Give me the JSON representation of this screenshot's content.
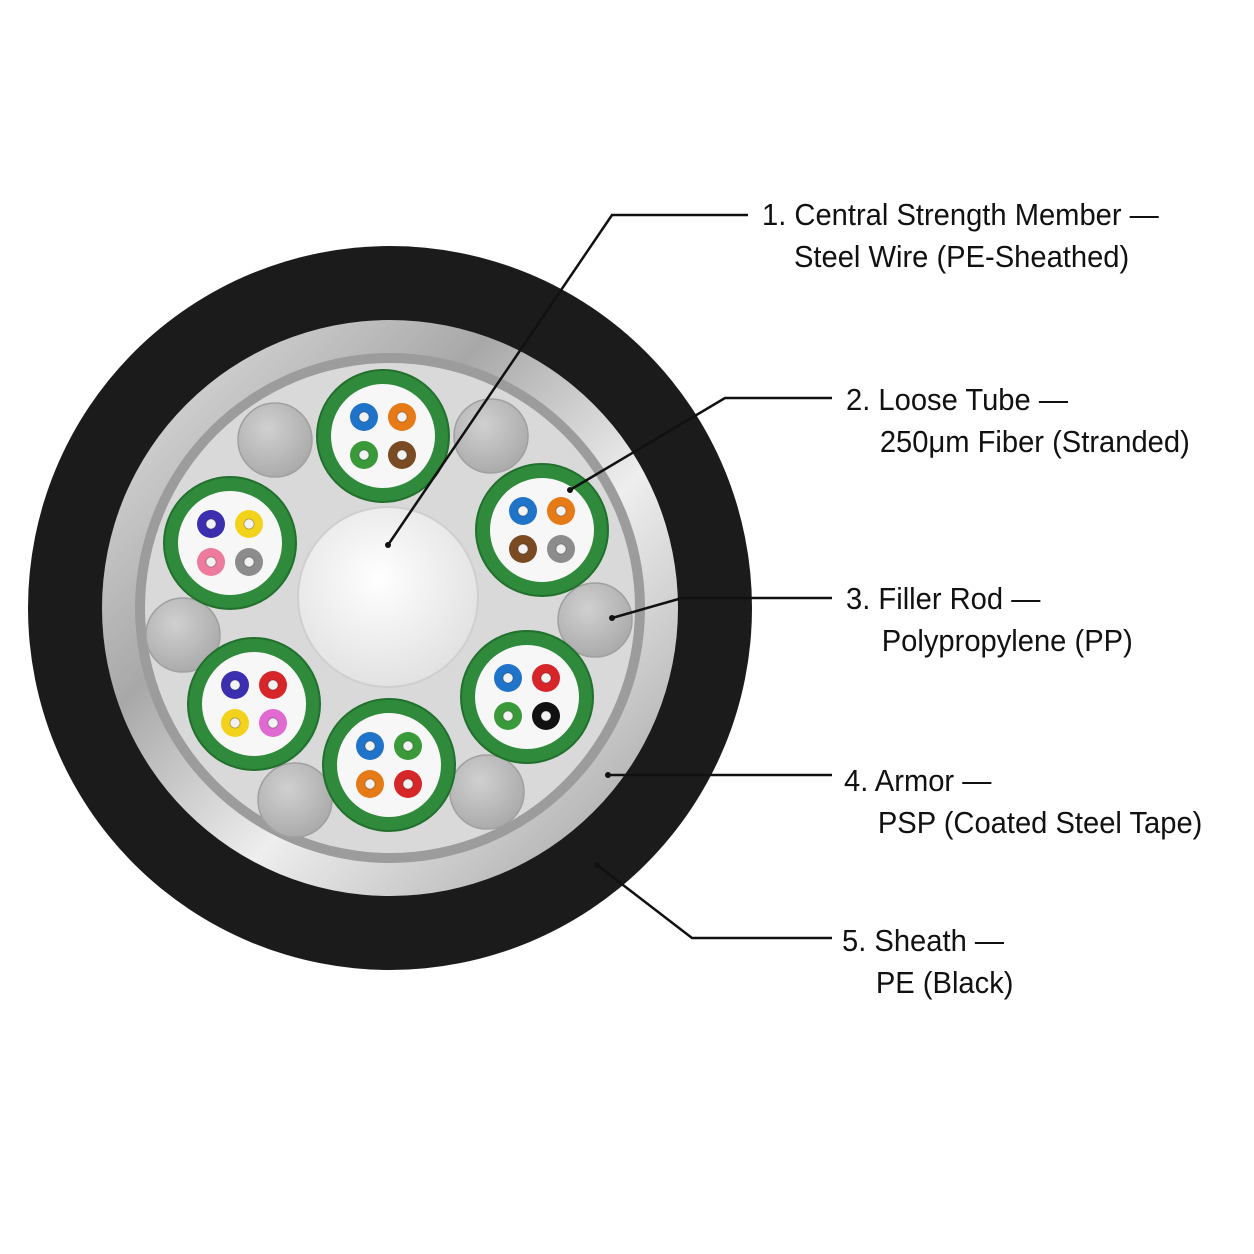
{
  "callouts": [
    {
      "number": "1.",
      "title": "Central Strength Member —",
      "detail": "Steel Wire (PE-Sheathed)"
    },
    {
      "number": "2.",
      "title": "Loose Tube —",
      "detail": "250μm Fiber (Stranded)"
    },
    {
      "number": "3.",
      "title": "Filler Rod —",
      "detail": "Polypropylene (PP)"
    },
    {
      "number": "4.",
      "title": "Armor —",
      "detail": "PSP (Coated Steel Tape)"
    },
    {
      "number": "5.",
      "title": "Sheath —",
      "detail": "PE (Black)"
    }
  ],
  "colors": {
    "sheath": "#1b1b1b",
    "armor": "#c9c9c9",
    "core_background": "#d9d9d9",
    "tube_wall": "#2f8a3c",
    "tube_inner": "#f7f7f7",
    "filler": "#b9b9b9",
    "central_member": "#f1f1f1",
    "leader_line": "#111111"
  },
  "loose_tubes": [
    {
      "fibers": [
        "#1f73c8",
        "#e57a16",
        "#3a9a3a",
        "#7a4a23"
      ]
    },
    {
      "fibers": [
        "#1f73c8",
        "#e57a16",
        "#7a4a23",
        "#8c8c8c"
      ]
    },
    {
      "fibers": [
        "#1f73c8",
        "#d6262a",
        "#3a9a3a",
        "#111111"
      ]
    },
    {
      "fibers": [
        "#1f73c8",
        "#3a9a3a",
        "#e57a16",
        "#d6262a"
      ]
    },
    {
      "fibers": [
        "#3b2fb0",
        "#d6262a",
        "#f2d21a",
        "#e06ad1"
      ]
    },
    {
      "fibers": [
        "#3b2fb0",
        "#f2d21a",
        "#ee7a9e",
        "#8c8c8c"
      ]
    }
  ]
}
